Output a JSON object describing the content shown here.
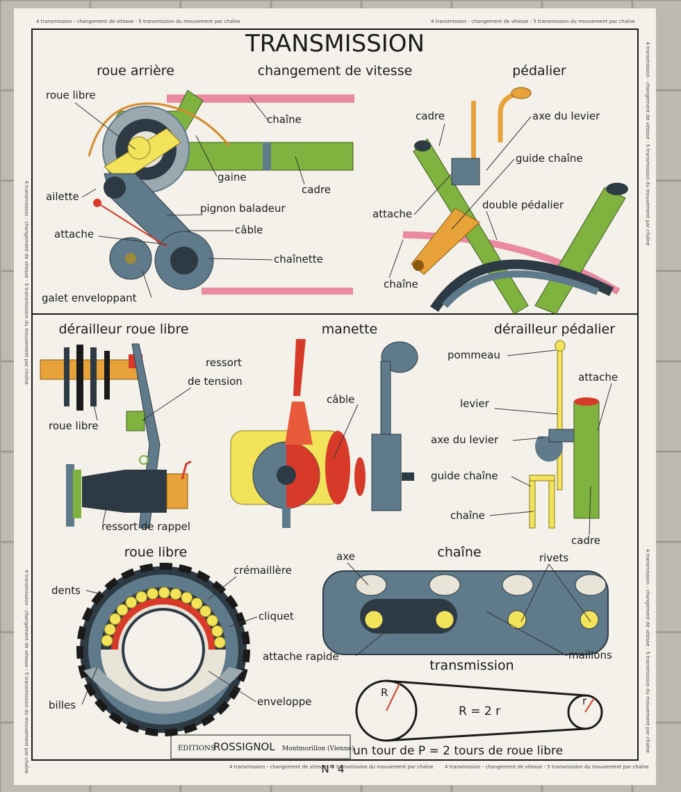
{
  "title": "TRANSMISSION",
  "border_text": "4 transmission - changement de vitesse - 5 transmission du mouvement par chaîne",
  "sections": {
    "roue_arriere": "roue arrière",
    "changement": "changement de vitesse",
    "pedalier": "pédalier",
    "derailleur_roue_libre": "dérailleur roue libre",
    "manette": "manette",
    "derailleur_pedalier": "dérailleur pédalier",
    "roue_libre": "roue libre",
    "chaine": "chaîne",
    "transmission": "transmission"
  },
  "labels": {
    "roue_libre_1": "roue libre",
    "chaine_1": "chaîne",
    "gaine": "gaine",
    "cadre_1": "cadre",
    "ailette": "ailette",
    "pignon_baladeur": "pignon baladeur",
    "cable_1": "câble",
    "attache_1": "attache",
    "chainette": "chaînette",
    "galet": "galet enveloppant",
    "cadre_2": "cadre",
    "axe_du_levier_1": "axe du levier",
    "guide_chaine_1": "guide chaîne",
    "attache_2": "attache",
    "double_pedalier": "double pédalier",
    "chaine_2": "chaîne",
    "ressort": "ressort",
    "de_tension": "de tension",
    "roue_libre_2": "roue libre",
    "ressort_de_rappel": "ressort de rappel",
    "cable_2": "câble",
    "pommeau": "pommeau",
    "attache_3": "attache",
    "levier": "levier",
    "axe_du_levier_2": "axe du levier",
    "guide_chaine_2": "guide chaîne",
    "chaine_3": "chaîne",
    "cadre_3": "cadre",
    "cremaillere": "crémaillère",
    "dents": "dents",
    "cliquet": "cliquet",
    "billes": "billes",
    "enveloppe": "enveloppe",
    "attache_rapide": "attache rapide",
    "axe": "axe",
    "rivets": "rivets",
    "maillons": "maillons"
  },
  "transmission": {
    "big_r": "R",
    "small_r": "r",
    "formula": "R = 2 r",
    "caption": "un tour de P = 2 tours de roue libre"
  },
  "publisher": {
    "prefix": "ÉDITIONS",
    "name": "ROSSIGNOL",
    "city": "Montmorillon (Vienne)"
  },
  "plate_number": "N° 4",
  "colors": {
    "paper": "#f3f1ea",
    "green": "#7fb23e",
    "orange": "#e8a23a",
    "steel": "#5f7a8a",
    "dark": "#2d3a44",
    "red": "#d83a2a",
    "yellow": "#f2e35a",
    "pink": "#e98aa0"
  }
}
